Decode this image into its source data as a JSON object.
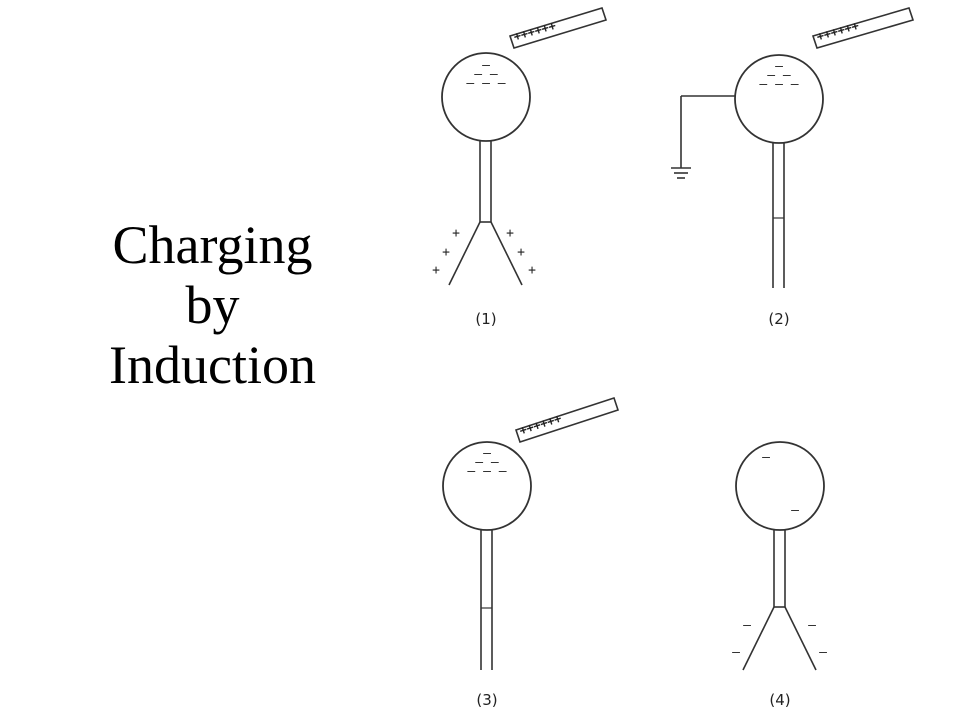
{
  "title": {
    "line1": "Charging",
    "line2": "by",
    "line3": "Induction"
  },
  "panels": [
    {
      "caption": "(1)",
      "has_rod": true,
      "rod_charges": "++++++",
      "sphere_charges": [
        "–",
        "– –",
        "– – –"
      ],
      "leaves_open": true,
      "leaf_charges": [
        "+",
        "+",
        "+",
        "+",
        "+",
        "+"
      ],
      "grounded": false
    },
    {
      "caption": "(2)",
      "has_rod": true,
      "rod_charges": "++++++",
      "sphere_charges": [
        "–",
        "– –",
        "– – –"
      ],
      "leaves_open": false,
      "leaf_charges": [],
      "grounded": true
    },
    {
      "caption": "(3)",
      "has_rod": true,
      "rod_charges": "++++++",
      "sphere_charges": [
        "–",
        "– –",
        "– – –"
      ],
      "leaves_open": false,
      "leaf_charges": [],
      "grounded": false
    },
    {
      "caption": "(4)",
      "has_rod": false,
      "rod_charges": "",
      "sphere_charges": [
        "–",
        "–"
      ],
      "leaves_open": true,
      "leaf_charges": [
        "–",
        "–",
        "–",
        "–"
      ],
      "grounded": false
    }
  ],
  "colors": {
    "stroke": "#333333",
    "text": "#000000"
  }
}
